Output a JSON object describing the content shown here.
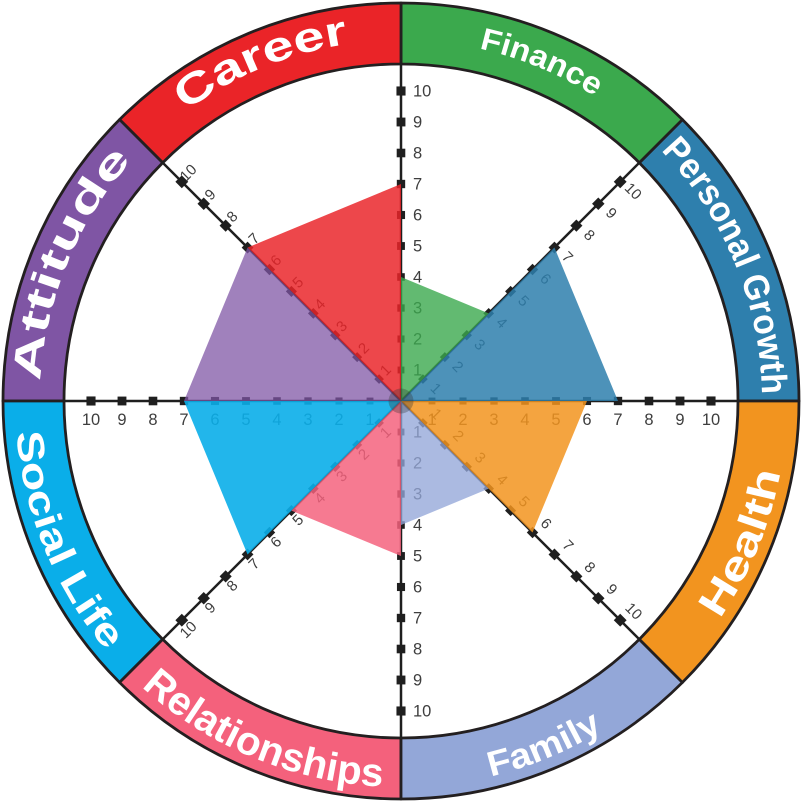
{
  "chart_data": {
    "type": "radar",
    "variant": "wheel-of-life",
    "title": "",
    "scale": {
      "min": 1,
      "max": 10,
      "tick_step": 1
    },
    "categories": [
      "Personal Growth",
      "Finance",
      "Career",
      "Attitude",
      "Social Life",
      "Relationships",
      "Family",
      "Health"
    ],
    "values": [
      7,
      4,
      7,
      7,
      7,
      5,
      4,
      6
    ],
    "legend_position": "outer-ring",
    "grid": "8 radial axes, ticks 1-10 on every axis"
  },
  "wheel": {
    "background_color": "#ffffff",
    "axis_color": "#1f1f1f",
    "ring_outline_color": "#231f20",
    "tick_label_color": "#3e3e3e",
    "label_text_color": "#ffffff",
    "center_dot_color": "#333333",
    "tick_labels": [
      "1",
      "2",
      "3",
      "4",
      "5",
      "6",
      "7",
      "8",
      "9",
      "10"
    ],
    "segments": [
      {
        "label": "Personal Growth",
        "value": 7,
        "color": "#2e7fad",
        "wedge_opacity": 0.85,
        "start_angle": 0,
        "end_angle": 45,
        "label_arc": "top",
        "font_size": 36,
        "text_length": 270
      },
      {
        "label": "Finance",
        "value": 4,
        "color": "#3ba94d",
        "wedge_opacity": 0.8,
        "start_angle": 45,
        "end_angle": 90,
        "label_arc": "top",
        "font_size": 31,
        "text_length": 126
      },
      {
        "label": "Career",
        "value": 7,
        "color": "#ea2428",
        "wedge_opacity": 0.84,
        "start_angle": 90,
        "end_angle": 135,
        "label_arc": "top",
        "font_size": 42,
        "text_length": 178
      },
      {
        "label": "Attitude",
        "value": 7,
        "color": "#7f55a4",
        "wedge_opacity": 0.74,
        "start_angle": 135,
        "end_angle": 180,
        "label_arc": "top",
        "font_size": 40,
        "text_length": 244
      },
      {
        "label": "Social Life",
        "value": 7,
        "color": "#0aaee9",
        "wedge_opacity": 0.9,
        "start_angle": 180,
        "end_angle": 225,
        "label_arc": "bottom",
        "font_size": 38,
        "text_length": 240
      },
      {
        "label": "Relationships",
        "value": 5,
        "color": "#f4617c",
        "wedge_opacity": 0.84,
        "start_angle": 225,
        "end_angle": 270,
        "label_arc": "bottom",
        "font_size": 40,
        "text_length": 266
      },
      {
        "label": "Family",
        "value": 4,
        "color": "#93a7d8",
        "wedge_opacity": 0.78,
        "start_angle": 270,
        "end_angle": 315,
        "label_arc": "bottom",
        "font_size": 35,
        "text_length": 122
      },
      {
        "label": "Health",
        "value": 6,
        "color": "#f2941f",
        "wedge_opacity": 0.85,
        "start_angle": 315,
        "end_angle": 360,
        "label_arc": "bottom",
        "font_size": 40,
        "text_length": 160
      }
    ]
  }
}
